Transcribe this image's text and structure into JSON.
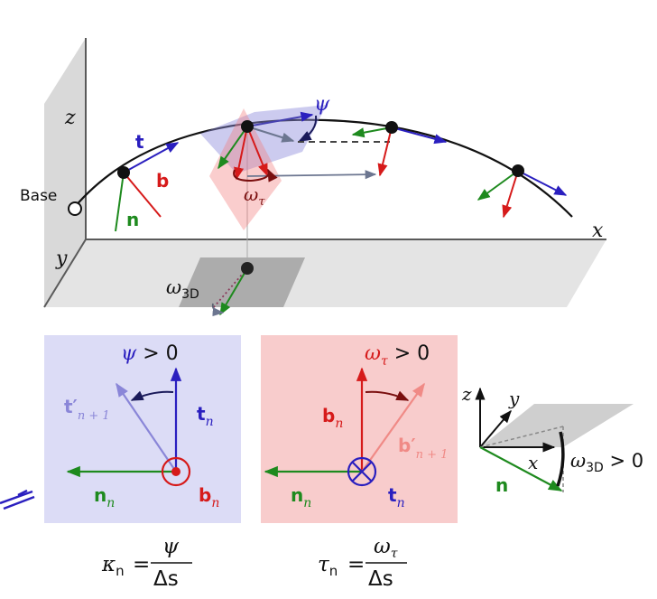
{
  "axes": {
    "z": "z",
    "y": "y",
    "x": "x"
  },
  "base_label": "Base",
  "vectors": {
    "t": "t",
    "b": "b",
    "n": "n"
  },
  "symbols": {
    "psi": "ψ",
    "omega_tau": "ω",
    "omega_tau_sub": "τ",
    "omega_3d": "ω",
    "omega_3d_sub": "3D"
  },
  "left_panel": {
    "title_sym": "ψ",
    "title_rest": " > 0",
    "t_prime": "t′",
    "t_prime_sub": "n + 1",
    "t_n": "t",
    "t_n_sub": "n",
    "n_n": "n",
    "n_n_sub": "n",
    "b_n": "b",
    "b_n_sub": "n"
  },
  "right_panel": {
    "title_sym": "ω",
    "title_sub": "τ",
    "title_rest": " > 0",
    "b_n": "b",
    "b_n_sub": "n",
    "b_prime": "b′",
    "b_prime_sub": "n + 1",
    "n_n": "n",
    "n_n_sub": "n",
    "t_n": "t",
    "t_n_sub": "n"
  },
  "small_axes": {
    "z": "z",
    "y": "y",
    "x": "x",
    "n": "n",
    "omega_label": "ω",
    "omega_sub": "3D",
    "omega_rest": " > 0"
  },
  "formulas": {
    "kappa_lhs": "κ",
    "kappa_sub": "n",
    "kappa_num": "ψ",
    "kappa_den": "Δs",
    "tau_lhs": "τ",
    "tau_sub": "n",
    "tau_num": "ω",
    "tau_num_sub": "τ",
    "tau_den": "Δs",
    "equals": "="
  },
  "colors": {
    "t": "#2a1fbf",
    "b": "#d61a1a",
    "n": "#1e8a1e",
    "left_panel_bg": "#dcdcf6",
    "right_panel_bg": "#f8cccc",
    "wall": "#d8d8d8",
    "floor": "#e2e2e2"
  }
}
